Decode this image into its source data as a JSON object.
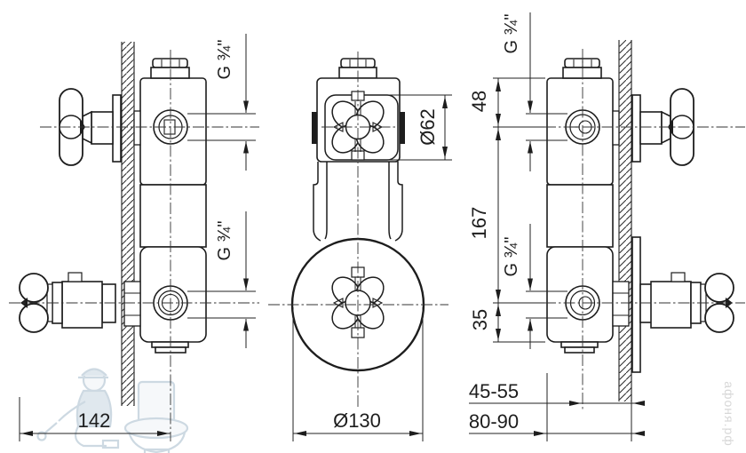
{
  "drawing": {
    "kind": "concealed shower mixer valve installation drawing"
  },
  "dimensions": {
    "thread": "G ¾\"",
    "depth_total": "142",
    "escutcheon_diameter": "Ø130",
    "handle_diameter": "Ø62",
    "top_port_offset": "48",
    "port_spacing": "167",
    "bottom_port_offset": "35",
    "axis_to_wall_range": "45-55",
    "body_depth_range": "80-90"
  },
  "watermark": {
    "brand_text": "афоня.рф"
  },
  "colors": {
    "line": "#1d1d1d",
    "dim_line": "#222222",
    "watermark_blue": "#9db4c6",
    "watermark_text": "#d7d7d7",
    "background": "#ffffff"
  }
}
